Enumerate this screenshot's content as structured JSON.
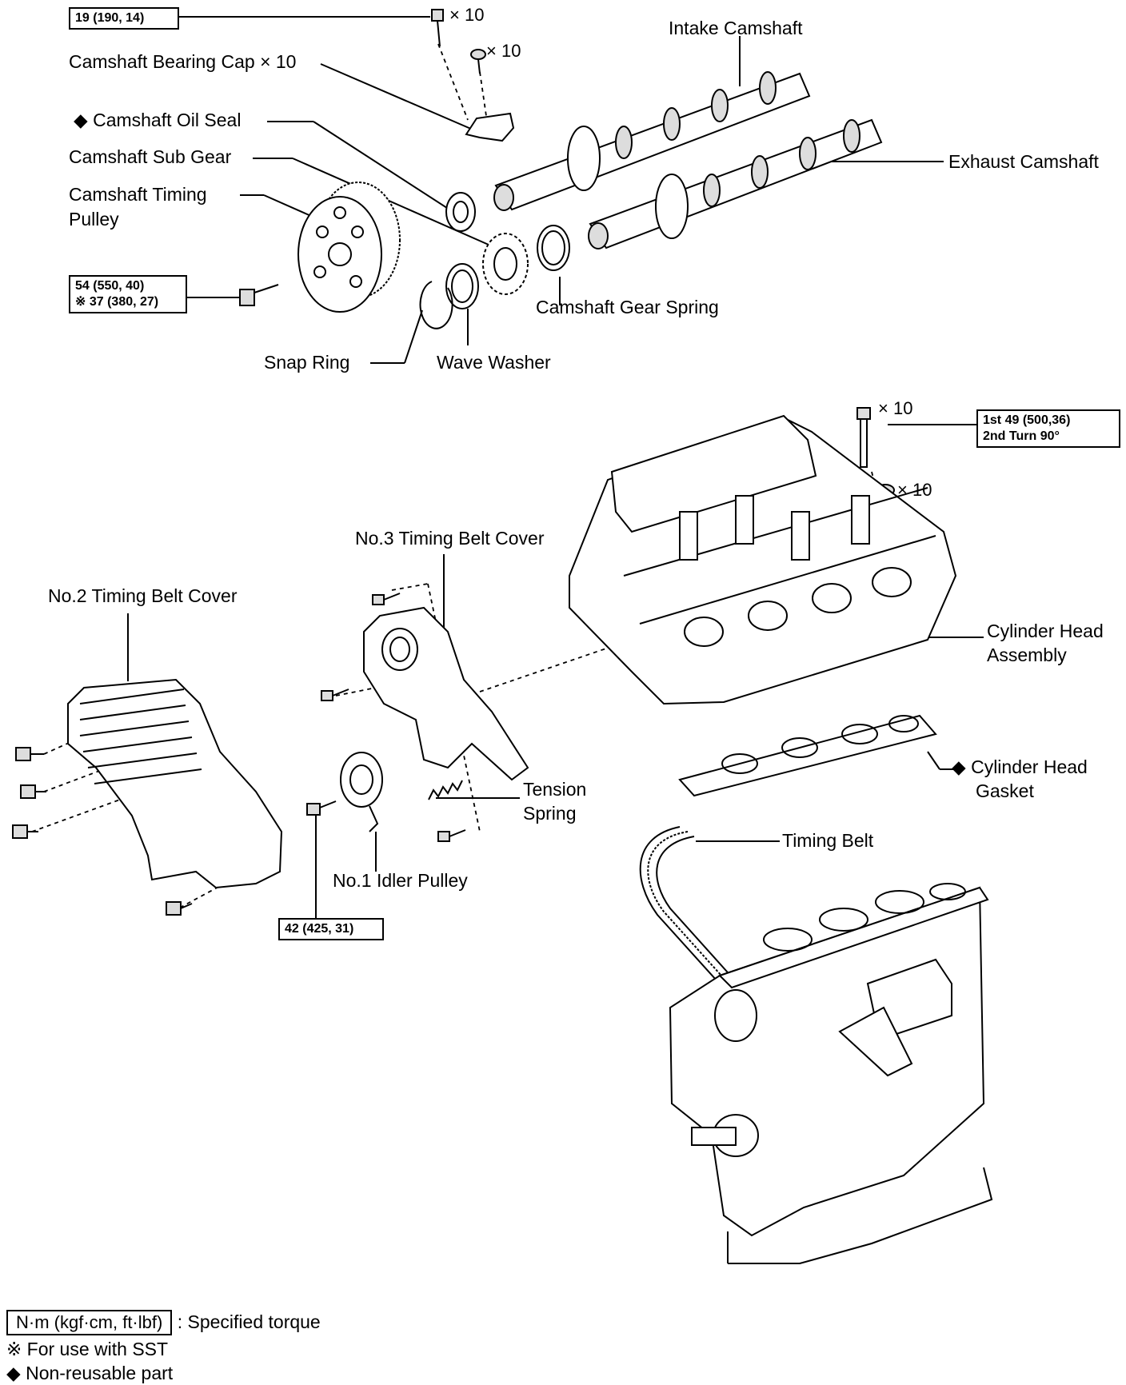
{
  "torque": {
    "bearing_cap_bolt": "19 (190, 14)",
    "pulley_bolt_line1": "54 (550, 40)",
    "pulley_bolt_line2": "※ 37 (380, 27)",
    "head_bolt_line1": "1st   49 (500,36)",
    "head_bolt_line2": "2nd  Turn 90°",
    "idler_bolt": "42 (425, 31)"
  },
  "multipliers": {
    "bolt_top": "× 10",
    "washer_top": "× 10",
    "head_bolt": "× 10",
    "head_washer": "× 10"
  },
  "labels": {
    "bearing_cap": "Camshaft Bearing Cap × 10",
    "oil_seal": "◆ Camshaft Oil Seal",
    "sub_gear": "Camshaft Sub Gear",
    "timing_pulley_1": "Camshaft Timing",
    "timing_pulley_2": "Pulley",
    "intake_camshaft": "Intake Camshaft",
    "exhaust_camshaft": "Exhaust Camshaft",
    "gear_spring": "Camshaft Gear Spring",
    "snap_ring": "Snap Ring",
    "wave_washer": "Wave Washer",
    "no3_cover": "No.3 Timing Belt Cover",
    "no2_cover": "No.2 Timing Belt Cover",
    "cyl_head_1": "Cylinder Head",
    "cyl_head_2": "Assembly",
    "gasket_1": "◆ Cylinder Head",
    "gasket_2": "Gasket",
    "tension_1": "Tension",
    "tension_2": "Spring",
    "idler_pulley": "No.1 Idler Pulley",
    "timing_belt": "Timing Belt"
  },
  "legend": {
    "torque_box": "N·m (kgf·cm, ft·lbf)",
    "torque_desc": ": Specified torque",
    "sst": "※ For use with SST",
    "nonreusable": "◆ Non-reusable part"
  }
}
